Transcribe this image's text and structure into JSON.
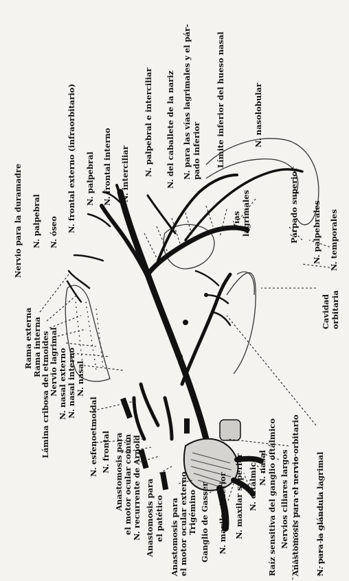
{
  "labels": {
    "top": [
      "Nervio para la duramadre",
      "N. palpebral",
      "N. óseo",
      "N. frontal externo (infraorbitario)",
      "N. palpebral",
      "N. frontal interno",
      "N. interciliar",
      "N. palpebral e interciliar",
      "N. del caballete de la nariz",
      "N. para las vías lagrimales y el pár-",
      "pado inferior",
      "Límite inferior del hueso nasal",
      "N. nasolobular"
    ],
    "right_inner": [
      "Vías",
      "lagrimales",
      "Párpado superior"
    ],
    "right": [
      "N. palpebrales",
      "N. temporales",
      "Cavidad",
      "orbitaria"
    ],
    "left": [
      "Rama externa",
      "Rama interna",
      "Lámina cribosa del etmoides",
      "Nervio lagrimal",
      "N. nasal externo",
      "N. nasal interno",
      "N. nasal",
      "N. esfenoetmoidal",
      "N. frontal",
      "Anastomosis para",
      "el motor ocular común",
      "N. recurrente de Arnold",
      "Anastomosis para",
      "el patético",
      "Anastomosis para",
      "el motor ocular externo",
      "Trigémino",
      "Ganglio de Gasser",
      "N. maxilar inferior",
      "N. maxilar superior",
      "N. oftálmico",
      "N. nasal",
      "Raíz sensitiva del ganglio oftálmico",
      "Nervios ciliares largos",
      "Anastomosis para el nervio orbitario",
      "N. para la glándula lagrimal"
    ]
  }
}
